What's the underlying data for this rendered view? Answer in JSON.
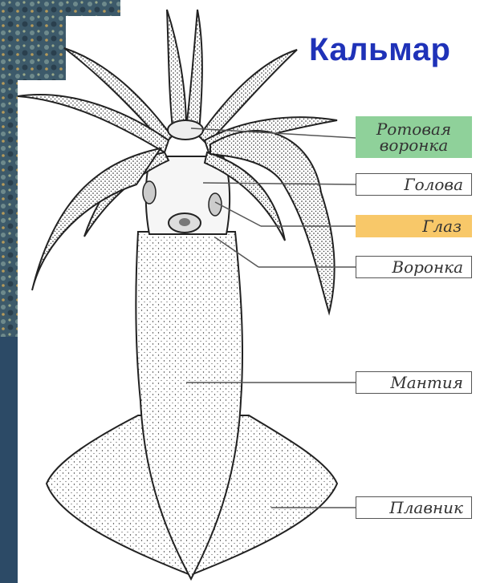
{
  "title": "Кальмар",
  "labels": {
    "mouth_funnel_1": "Ротовая",
    "mouth_funnel_2": "воронка",
    "head": "Голова",
    "eye": "Глаз",
    "funnel": "Воронка",
    "mantle": "Мантия",
    "fin": "Плавник"
  },
  "colors": {
    "title": "#1f32b8",
    "highlight_green": "#8fd19a",
    "highlight_orange": "#f8c869",
    "line": "#555555"
  }
}
